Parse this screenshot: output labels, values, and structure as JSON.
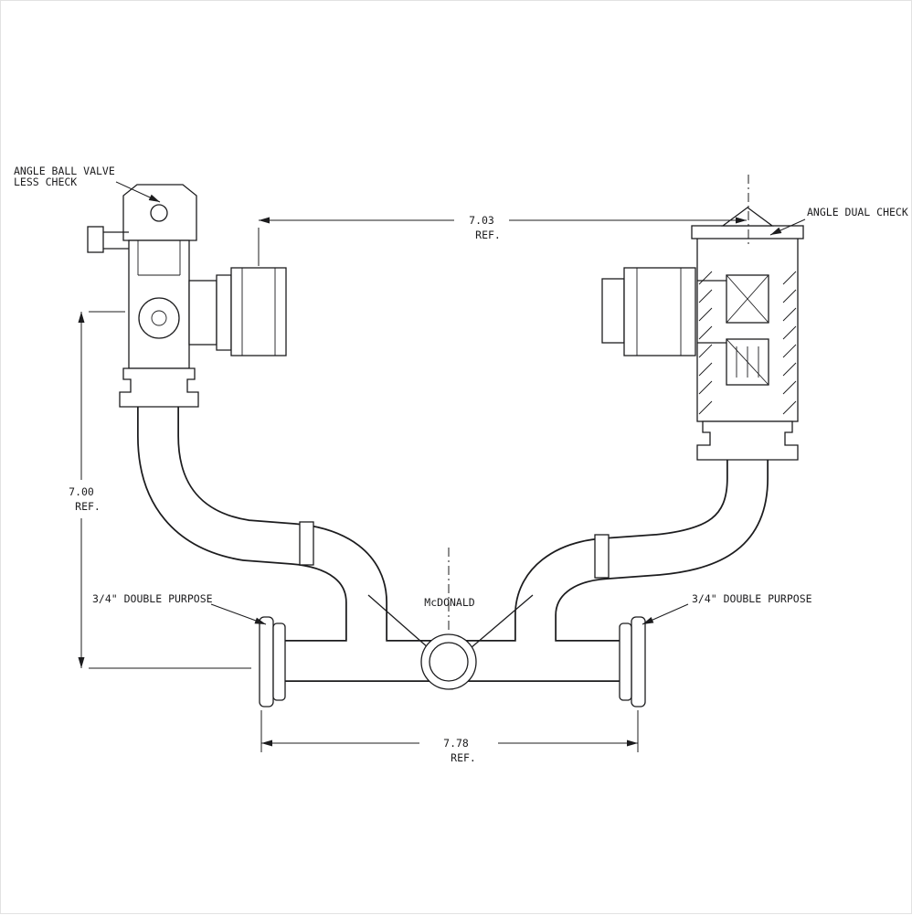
{
  "drawing": {
    "labels": {
      "angle_ball_valve_1": "ANGLE BALL VALVE",
      "angle_ball_valve_2": "LESS CHECK",
      "angle_dual_check": "ANGLE DUAL CHECK",
      "left_double_purpose": "3/4\" DOUBLE PURPOSE",
      "right_double_purpose": "3/4\" DOUBLE PURPOSE",
      "brand": "McDONALD"
    },
    "dimensions": {
      "top": {
        "value": "7.03",
        "ref": "REF."
      },
      "left": {
        "value": "7.00",
        "ref": "REF."
      },
      "bottom": {
        "value": "7.78",
        "ref": "REF."
      }
    },
    "colors": {
      "line": "#1c1c1e",
      "background": "#ffffff"
    }
  }
}
